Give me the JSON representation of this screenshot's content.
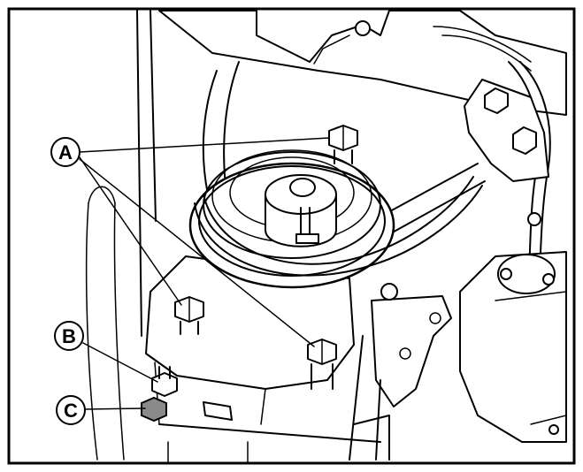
{
  "diagram": {
    "callouts": [
      {
        "id": "A",
        "label": "A"
      },
      {
        "id": "B",
        "label": "B"
      },
      {
        "id": "C",
        "label": "C"
      }
    ],
    "colors": {
      "line": "#000000",
      "background": "#ffffff",
      "gray": "#bfbfbf"
    }
  }
}
